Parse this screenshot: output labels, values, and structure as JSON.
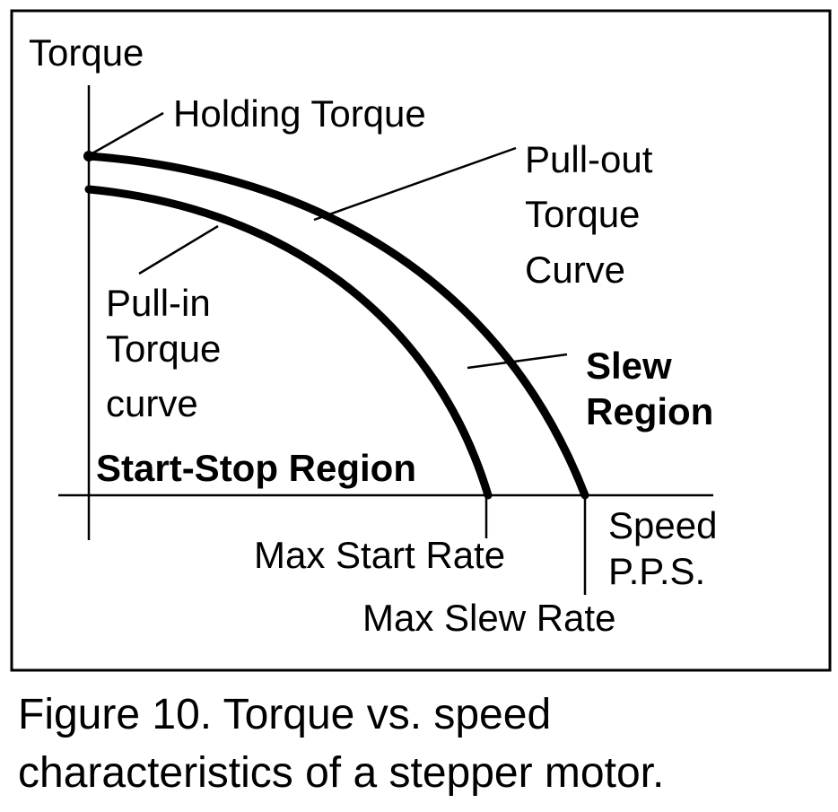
{
  "labels": {
    "y_axis": "Torque",
    "holding_torque": "Holding Torque",
    "pull_out": [
      "Pull-out",
      "Torque",
      "Curve"
    ],
    "pull_in": [
      "Pull-in",
      "Torque",
      "curve"
    ],
    "slew_region": [
      "Slew",
      "Region"
    ],
    "start_stop_region": "Start-Stop Region",
    "x_axis": [
      "Speed",
      "P.P.S."
    ],
    "max_start_rate": "Max Start Rate",
    "max_slew_rate": "Max Slew Rate"
  },
  "caption": [
    "Figure 10. Torque vs. speed",
    "characteristics of a stepper motor."
  ],
  "colors": {
    "ink": "#000000",
    "background": "#ffffff"
  }
}
